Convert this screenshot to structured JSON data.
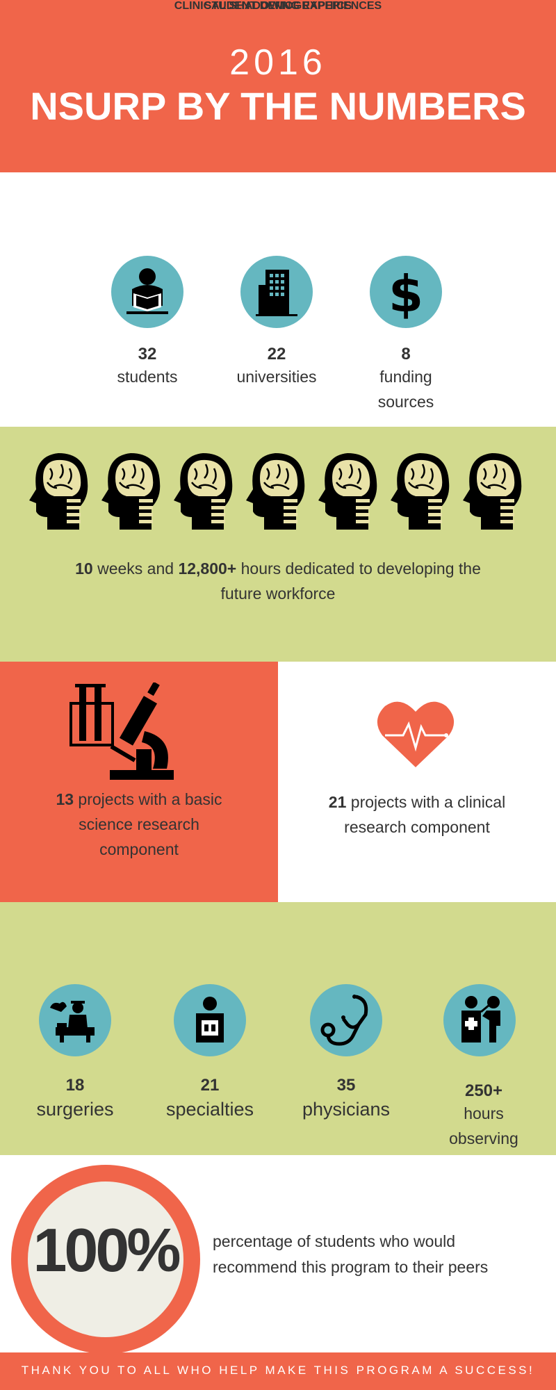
{
  "header": {
    "year": "2016",
    "title": "NSURP BY THE NUMBERS"
  },
  "demographics": {
    "title": "STUDENT DEMOGRAPHICS",
    "items": [
      {
        "value": "32",
        "label": "students",
        "icon": "student-reading-icon"
      },
      {
        "value": "22",
        "label": "universities",
        "icon": "building-icon"
      },
      {
        "value": "8",
        "label_line1": "funding",
        "label_line2": "sources",
        "icon": "dollar-icon"
      }
    ]
  },
  "workforce": {
    "brain_count": 7,
    "weeks": "10",
    "text_a": " weeks and ",
    "hours": "12,800+",
    "text_b": " hours dedicated to developing the",
    "text_c": "future workforce"
  },
  "projects": {
    "basic_count": "13",
    "basic_line1": " projects with a basic",
    "basic_line2": "science research",
    "basic_line3": "component",
    "clinical_count": "21",
    "clinical_line1": " projects with a clinical",
    "clinical_line2": "research component"
  },
  "shadowing": {
    "title": "CLINICAL SHADOWING EXPERIENCES",
    "items": [
      {
        "value": "18",
        "label": "surgeries",
        "icon": "surgery-icon"
      },
      {
        "value": "21",
        "label": "specialties",
        "icon": "patient-scan-icon"
      },
      {
        "value": "35",
        "label": "physicians",
        "icon": "stethoscope-icon"
      },
      {
        "value": "250+",
        "label_line1": "hours",
        "label_line2": "observing",
        "icon": "doctor-patient-icon"
      }
    ]
  },
  "recommend": {
    "percent": "100%",
    "line1": "percentage of students who would",
    "line2": "recommend this program to their peers"
  },
  "footer": {
    "text": "THANK YOU TO ALL WHO HELP MAKE THIS PROGRAM A SUCCESS!"
  },
  "colors": {
    "coral": "#f0654a",
    "green": "#d2da8e",
    "teal": "#65b7c0",
    "dark": "#333333"
  }
}
